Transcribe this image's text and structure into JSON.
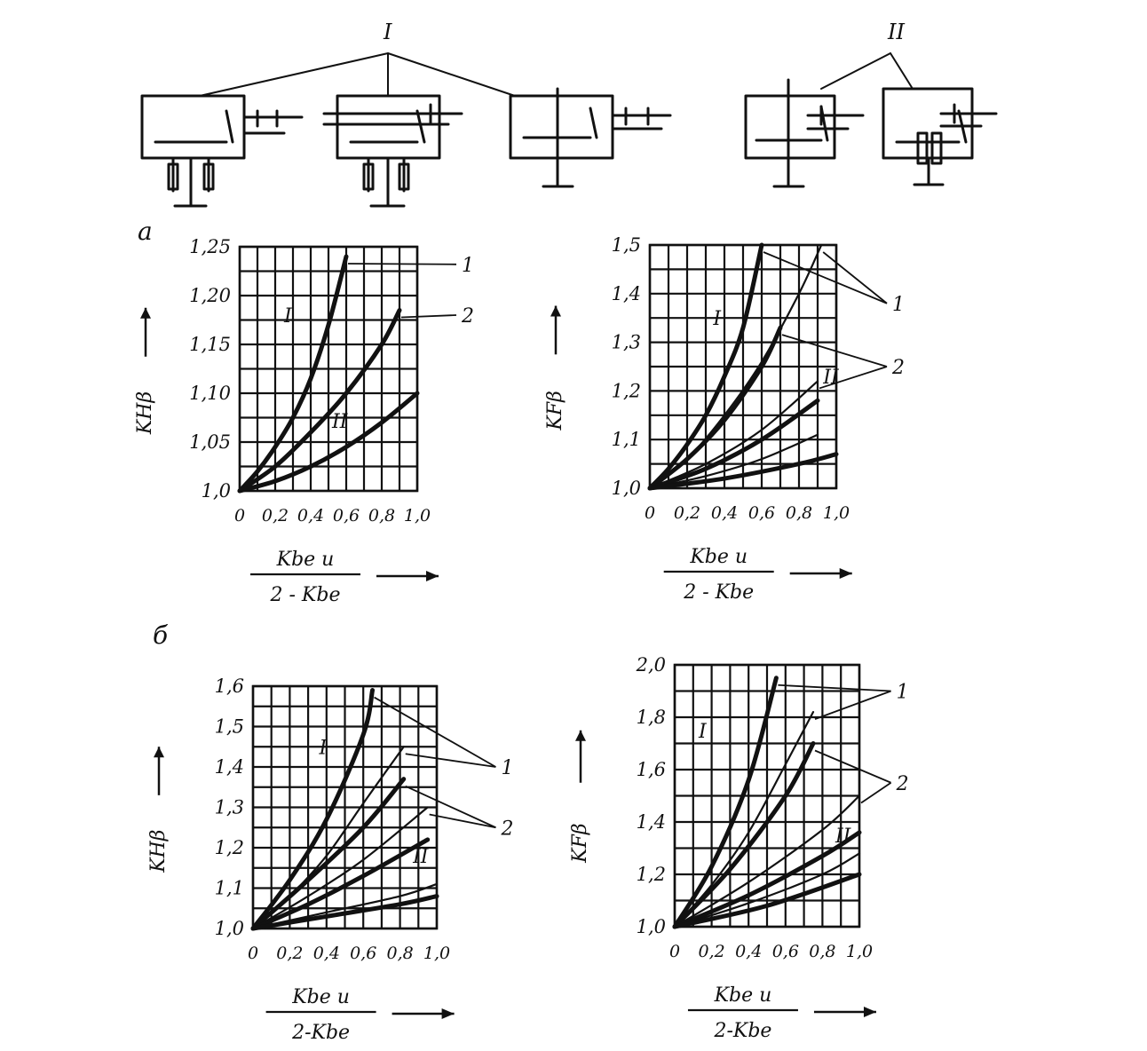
{
  "scheme_labels": {
    "group_one": "I",
    "group_two": "II"
  },
  "panel_labels": {
    "a": "a",
    "b": "б"
  },
  "colors": {
    "ink": "#111111",
    "paper": "#ffffff"
  },
  "chart_data": [
    {
      "id": "a-kh",
      "type": "line",
      "ylabel": "KHβ",
      "xlabel_num": "Kbe u",
      "xlabel_den": "2 - Kbe",
      "xlim": [
        0,
        1.0
      ],
      "ylim": [
        1.0,
        1.25
      ],
      "x_ticks": [
        "0",
        "0,2",
        "0,4",
        "0,6",
        "0,8",
        "1,0"
      ],
      "y_ticks": [
        "1,0",
        "1,05",
        "1,10",
        "1,15",
        "1,20",
        "1,25"
      ],
      "series": [
        {
          "x": [
            0,
            0.1,
            0.2,
            0.3,
            0.4,
            0.5,
            0.6
          ],
          "y": [
            1.0,
            1.02,
            1.045,
            1.075,
            1.115,
            1.17,
            1.24
          ],
          "weight": "bold"
        },
        {
          "x": [
            0,
            0.2,
            0.4,
            0.6,
            0.8,
            0.9
          ],
          "y": [
            1.0,
            1.025,
            1.06,
            1.1,
            1.15,
            1.185
          ],
          "weight": "bold"
        },
        {
          "x": [
            0,
            0.2,
            0.4,
            0.6,
            0.8,
            1.0
          ],
          "y": [
            1.0,
            1.01,
            1.025,
            1.045,
            1.07,
            1.1
          ],
          "weight": "bold"
        }
      ],
      "annotations": [
        {
          "text": "1",
          "x": 1.25,
          "y": 1.232
        },
        {
          "text": "2",
          "x": 1.25,
          "y": 1.18
        },
        {
          "text": "I",
          "x": 0.25,
          "y": 1.18
        },
        {
          "text": "II",
          "x": 0.52,
          "y": 1.072
        }
      ]
    },
    {
      "id": "a-kf",
      "type": "line",
      "ylabel": "KFβ",
      "xlabel_num": "Kbe u",
      "xlabel_den": "2 - Kbe",
      "xlim": [
        0,
        1.0
      ],
      "ylim": [
        1.0,
        1.5
      ],
      "x_ticks": [
        "0",
        "0,2",
        "0,4",
        "0,6",
        "0,8",
        "1,0"
      ],
      "y_ticks": [
        "1,0",
        "1,1",
        "1,2",
        "1,3",
        "1,4",
        "1,5"
      ],
      "series": [
        {
          "x": [
            0,
            0.1,
            0.2,
            0.3,
            0.4,
            0.5,
            0.6
          ],
          "y": [
            1.0,
            1.04,
            1.09,
            1.15,
            1.23,
            1.33,
            1.5
          ],
          "weight": "bold"
        },
        {
          "x": [
            0,
            0.2,
            0.4,
            0.6,
            0.8,
            0.92
          ],
          "y": [
            1.0,
            1.06,
            1.15,
            1.26,
            1.4,
            1.5
          ],
          "weight": "thin"
        },
        {
          "x": [
            0,
            0.2,
            0.4,
            0.6,
            0.7
          ],
          "y": [
            1.0,
            1.06,
            1.14,
            1.25,
            1.33
          ],
          "weight": "bold"
        },
        {
          "x": [
            0,
            0.3,
            0.6,
            0.9
          ],
          "y": [
            1.0,
            1.05,
            1.12,
            1.22
          ],
          "weight": "thin"
        },
        {
          "x": [
            0,
            0.3,
            0.6,
            0.9
          ],
          "y": [
            1.0,
            1.04,
            1.1,
            1.18
          ],
          "weight": "bold"
        },
        {
          "x": [
            0,
            0.3,
            0.6,
            0.9
          ],
          "y": [
            1.0,
            1.025,
            1.06,
            1.11
          ],
          "weight": "thin"
        },
        {
          "x": [
            0,
            0.4,
            0.8,
            1.0
          ],
          "y": [
            1.0,
            1.02,
            1.05,
            1.07
          ],
          "weight": "bold"
        }
      ],
      "annotations": [
        {
          "text": "1",
          "x": 1.3,
          "y": 1.38
        },
        {
          "text": "2",
          "x": 1.3,
          "y": 1.25
        },
        {
          "text": "I",
          "x": 0.34,
          "y": 1.35
        },
        {
          "text": "II",
          "x": 0.93,
          "y": 1.23
        }
      ]
    },
    {
      "id": "b-kh",
      "type": "line",
      "ylabel": "KHβ",
      "xlabel_num": "Kbe u",
      "xlabel_den": "2-Kbe",
      "xlim": [
        0,
        1.0
      ],
      "ylim": [
        1.0,
        1.6
      ],
      "x_ticks": [
        "0",
        "0,2",
        "0,4",
        "0,6",
        "0,8",
        "1,0"
      ],
      "y_ticks": [
        "1,0",
        "1,1",
        "1,2",
        "1,3",
        "1,4",
        "1,5",
        "1,6"
      ],
      "series": [
        {
          "x": [
            0,
            0.2,
            0.4,
            0.6,
            0.65
          ],
          "y": [
            1.0,
            1.12,
            1.27,
            1.48,
            1.59
          ],
          "weight": "bold"
        },
        {
          "x": [
            0,
            0.2,
            0.4,
            0.6,
            0.82
          ],
          "y": [
            1.0,
            1.08,
            1.18,
            1.31,
            1.45
          ],
          "weight": "thin"
        },
        {
          "x": [
            0,
            0.3,
            0.6,
            0.82
          ],
          "y": [
            1.0,
            1.12,
            1.25,
            1.37
          ],
          "weight": "bold"
        },
        {
          "x": [
            0,
            0.3,
            0.6,
            0.95
          ],
          "y": [
            1.0,
            1.08,
            1.17,
            1.3
          ],
          "weight": "thin"
        },
        {
          "x": [
            0,
            0.3,
            0.6,
            0.95
          ],
          "y": [
            1.0,
            1.06,
            1.13,
            1.22
          ],
          "weight": "bold"
        },
        {
          "x": [
            0,
            0.4,
            0.8,
            1.0
          ],
          "y": [
            1.0,
            1.04,
            1.08,
            1.11
          ],
          "weight": "thin"
        },
        {
          "x": [
            0,
            0.4,
            0.8,
            1.0
          ],
          "y": [
            1.0,
            1.03,
            1.06,
            1.08
          ],
          "weight": "bold"
        }
      ],
      "annotations": [
        {
          "text": "1",
          "x": 1.35,
          "y": 1.4
        },
        {
          "text": "2",
          "x": 1.35,
          "y": 1.25
        },
        {
          "text": "I",
          "x": 0.36,
          "y": 1.45
        },
        {
          "text": "II",
          "x": 0.87,
          "y": 1.18
        }
      ]
    },
    {
      "id": "b-kf",
      "type": "line",
      "ylabel": "KFβ",
      "xlabel_num": "Kbe u",
      "xlabel_den": "2-Kbe",
      "xlim": [
        0,
        1.0
      ],
      "ylim": [
        1.0,
        2.0
      ],
      "x_ticks": [
        "0",
        "0,2",
        "0,4",
        "0,6",
        "0,8",
        "1,0"
      ],
      "y_ticks": [
        "1,0",
        "1,2",
        "1,4",
        "1,6",
        "1,8",
        "2,0"
      ],
      "series": [
        {
          "x": [
            0,
            0.2,
            0.4,
            0.55
          ],
          "y": [
            1.0,
            1.23,
            1.56,
            1.95
          ],
          "weight": "bold"
        },
        {
          "x": [
            0,
            0.2,
            0.4,
            0.6,
            0.75
          ],
          "y": [
            1.0,
            1.16,
            1.36,
            1.62,
            1.82
          ],
          "weight": "thin"
        },
        {
          "x": [
            0,
            0.3,
            0.6,
            0.75
          ],
          "y": [
            1.0,
            1.22,
            1.5,
            1.7
          ],
          "weight": "bold"
        },
        {
          "x": [
            0,
            0.4,
            0.8,
            1.0
          ],
          "y": [
            1.0,
            1.17,
            1.37,
            1.5
          ],
          "weight": "thin"
        },
        {
          "x": [
            0,
            0.4,
            0.8,
            1.0
          ],
          "y": [
            1.0,
            1.12,
            1.27,
            1.36
          ],
          "weight": "bold"
        },
        {
          "x": [
            0,
            0.4,
            0.8,
            1.0
          ],
          "y": [
            1.0,
            1.09,
            1.2,
            1.28
          ],
          "weight": "thin"
        },
        {
          "x": [
            0,
            0.5,
            1.0
          ],
          "y": [
            1.0,
            1.08,
            1.2
          ],
          "weight": "bold"
        }
      ],
      "annotations": [
        {
          "text": "1",
          "x": 1.2,
          "y": 1.9
        },
        {
          "text": "2",
          "x": 1.2,
          "y": 1.55
        },
        {
          "text": "I",
          "x": 0.13,
          "y": 1.75
        },
        {
          "text": "II",
          "x": 0.87,
          "y": 1.35
        }
      ]
    }
  ]
}
